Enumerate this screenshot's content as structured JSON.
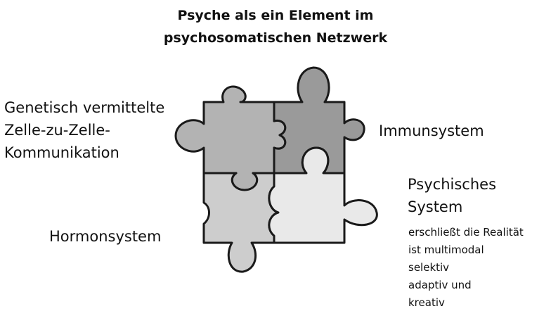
{
  "title": {
    "line1": "Psyche als ein Element im",
    "line2": "psychosomatischen Netzwerk"
  },
  "pieces": {
    "genetic": {
      "label_lines": [
        "Genetisch vermittelte",
        "Zelle-zu-Zelle-",
        "Kommunikation"
      ],
      "color": "#b3b3b3"
    },
    "immune": {
      "label": "Immunsystem",
      "color": "#9a9a9a"
    },
    "hormone": {
      "label": "Hormonsystem",
      "color": "#cdcdcd"
    },
    "psychic": {
      "label_lines": [
        "Psychisches",
        "System"
      ],
      "traits": [
        "erschließt die Realität",
        "ist multimodal",
        "selektiv",
        "adaptiv und",
        "kreativ"
      ],
      "color": "#e9e9e9"
    }
  },
  "outline_color": "#1a1a1a"
}
